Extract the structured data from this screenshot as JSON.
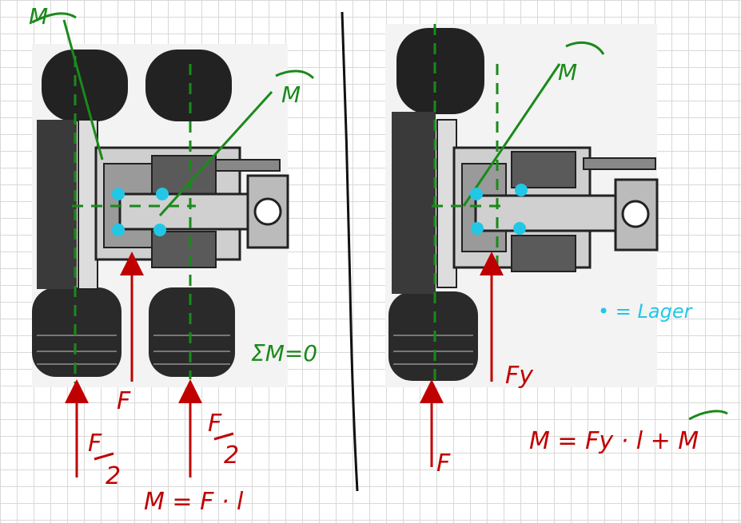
{
  "colors": {
    "force_arrow": "#c00000",
    "moment_annotation": "#1a8a1a",
    "bearing_marker": "#22c7e6",
    "divider": "#111111",
    "drawing_ink": "#1a1a1a"
  },
  "left_panel": {
    "labels": {
      "moment_top_left": "M",
      "moment_top_right": "M",
      "sum_equation": "ΣM=0",
      "force_center": "F",
      "force_left_num": "F",
      "force_left_den": "2",
      "force_right_num": "F",
      "force_right_den": "2",
      "moment_equation": "M = F · l"
    }
  },
  "right_panel": {
    "labels": {
      "moment_top": "M",
      "force_bottom": "F",
      "force_y": "Fy",
      "moment_equation": "M = Fy · l + M",
      "bearing_legend": "• = Lager"
    }
  }
}
